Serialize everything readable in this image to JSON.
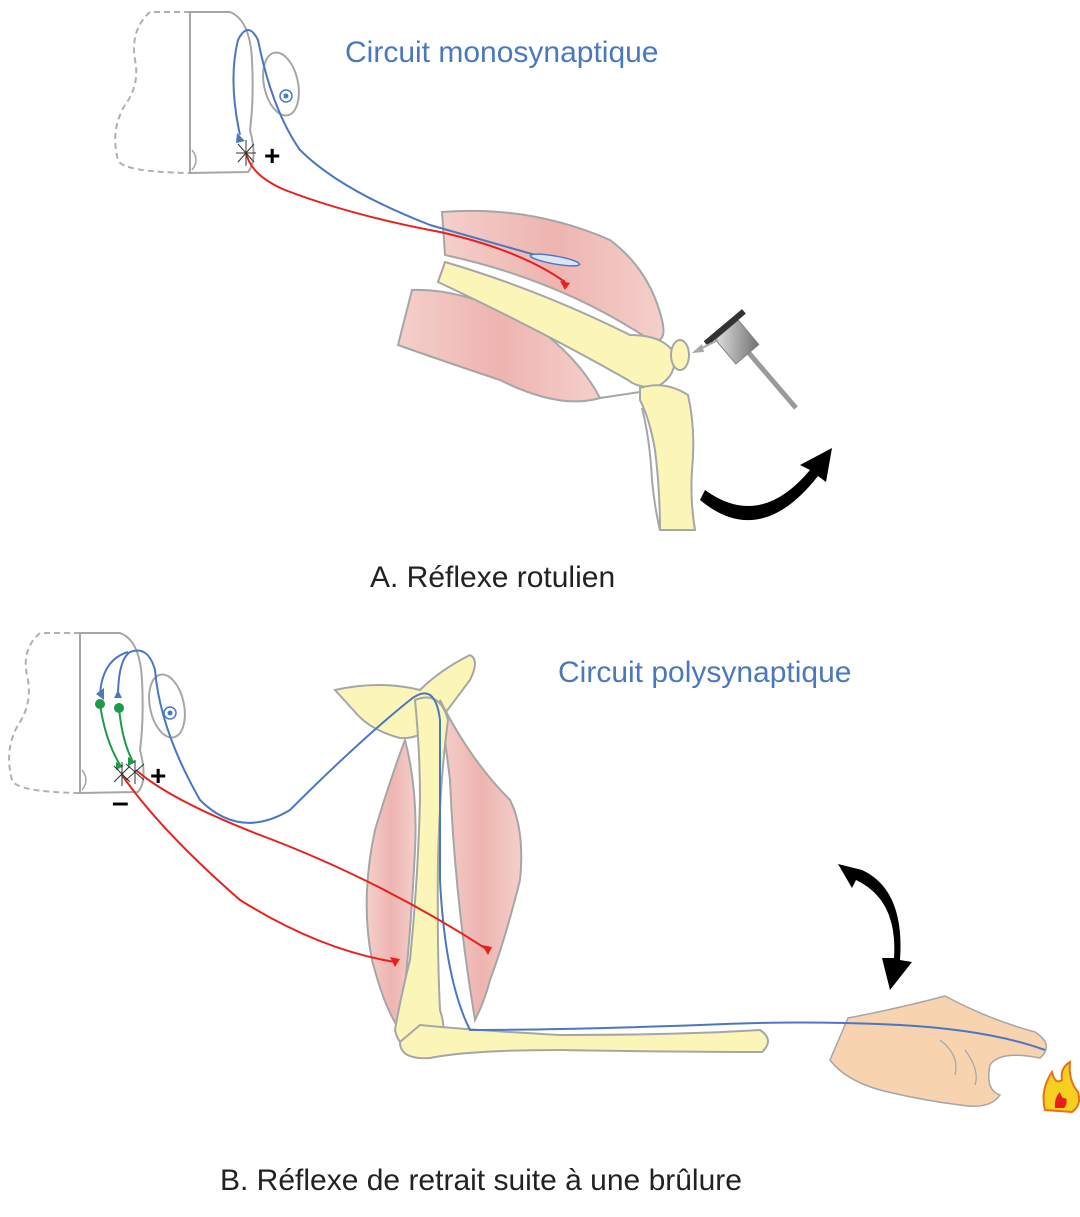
{
  "panel_a": {
    "circuit_title": "Circuit monosynaptique",
    "caption": "A. Réflexe rotulien",
    "sign_plus": "+"
  },
  "panel_b": {
    "circuit_title": "Circuit polysynaptique",
    "caption": "B. Réflexe de retrait suite à une brûlure",
    "sign_plus": "+",
    "sign_minus": "–"
  },
  "colors": {
    "sensory_neuron": "#4a78c0",
    "motor_neuron": "#e8201c",
    "interneuron": "#1e9a4a",
    "bone": "#fbf6b8",
    "muscle": "#f1c4c0",
    "skin": "#f7d3b0",
    "outline": "#a6a6a6",
    "arrow": "#000000",
    "title_text": "#4a78c0",
    "caption_text": "#222222"
  },
  "icons": [
    "spinal-cord-section",
    "reflex-hammer",
    "flame-icon",
    "rotation-arrow-icon"
  ]
}
